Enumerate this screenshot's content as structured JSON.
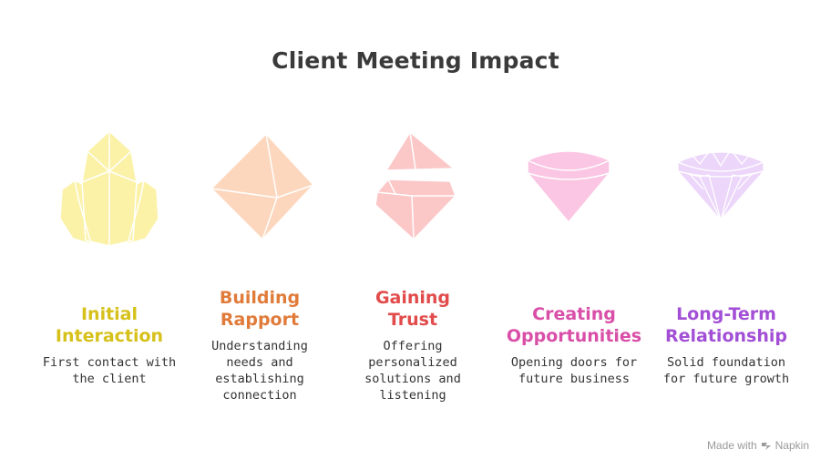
{
  "title": "Client Meeting Impact",
  "stages": [
    {
      "title": "Initial Interaction",
      "description": "First contact with the client",
      "color": "#d6c11a",
      "gem_color": "#fbf2a8",
      "icon": "crystal-cluster-icon"
    },
    {
      "title": "Building Rapport",
      "description": "Understanding needs and establishing connection",
      "color": "#e07b3a",
      "gem_color": "#fcd7bd",
      "icon": "octahedron-gem-icon"
    },
    {
      "title": "Gaining Trust",
      "description": "Offering personalized solutions and listening",
      "color": "#e24b4b",
      "gem_color": "#fbc7c7",
      "icon": "split-gem-icon"
    },
    {
      "title": "Creating Opportunities",
      "description": "Opening doors for future business",
      "color": "#d94fa8",
      "gem_color": "#fbc6e3",
      "icon": "cut-gem-icon"
    },
    {
      "title": "Long-Term Relationship",
      "description": "Solid foundation for future growth",
      "color": "#a24fd6",
      "gem_color": "#ecd6fa",
      "icon": "diamond-icon"
    }
  ],
  "footer": {
    "made_with": "Made with",
    "brand": "Napkin",
    "icon": "napkin-logo-icon"
  }
}
